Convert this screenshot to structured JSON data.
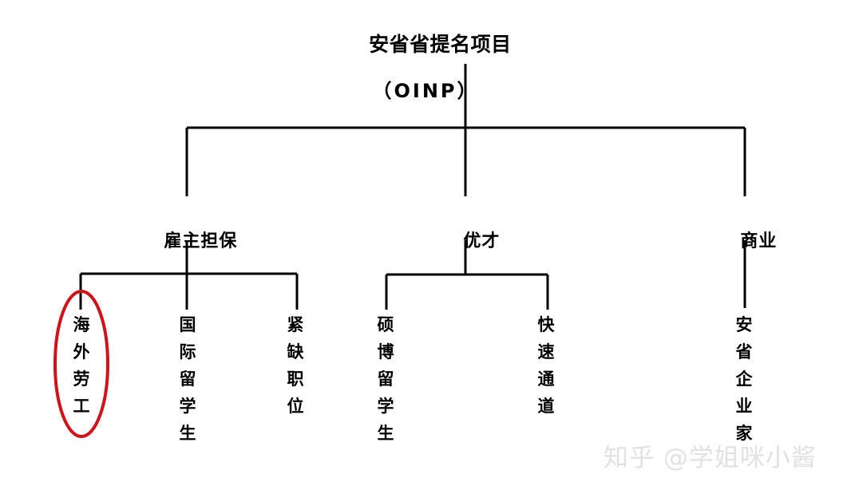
{
  "diagram": {
    "type": "org-tree",
    "background_color": "#ffffff",
    "line_color": "#000000",
    "highlight_color": "#d0121a",
    "root": {
      "title": "安省省提名项目",
      "subtitle": "（OINP）"
    },
    "branches": [
      {
        "label": "雇主担保",
        "leaves": [
          {
            "label": "海外劳工",
            "highlighted": true
          },
          {
            "label": "国际留学生",
            "highlighted": false
          },
          {
            "label": "紧缺职位",
            "highlighted": false
          }
        ]
      },
      {
        "label": "优才",
        "leaves": [
          {
            "label": "硕博留学生",
            "highlighted": false
          },
          {
            "label": "快速通道",
            "highlighted": false
          }
        ]
      },
      {
        "label": "商业",
        "leaves": [
          {
            "label": "安省企业家",
            "highlighted": false
          }
        ]
      }
    ]
  },
  "watermark": {
    "text": "知乎 @学姐咪小酱",
    "color": "#e2e2e2"
  }
}
